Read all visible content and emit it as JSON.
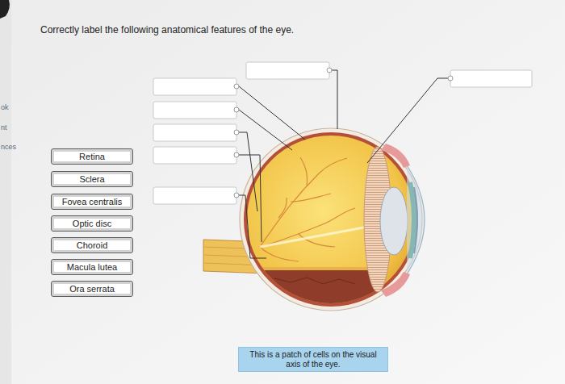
{
  "diagram": {
    "title": "Correctly label the following anatomical features of the eye.",
    "nodes": [
      {
        "text": [
          "Retina"
        ]
      },
      {
        "text": [
          "Sclera"
        ]
      },
      {
        "text": [
          "Fovea centralis"
        ]
      },
      {
        "text": [
          "Optic disc"
        ]
      },
      {
        "text": [
          "Choroid"
        ]
      },
      {
        "text": [
          "Macula lutea"
        ]
      },
      {
        "text": [
          "Ora serrata"
        ]
      },
      {
        "text": [
          "This is a patch of cells on the visual axis of the eye."
        ]
      }
    ],
    "labels": [
      "ok",
      "nt",
      "nces"
    ]
  }
}
